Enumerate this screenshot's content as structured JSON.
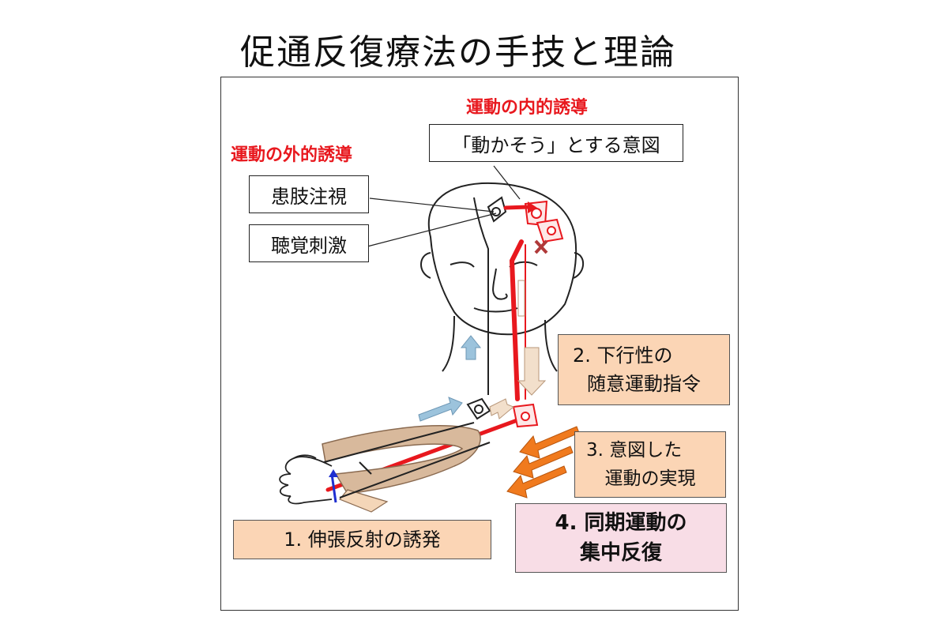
{
  "title": "促通反復療法の手技と理論",
  "labels": {
    "internal_induction": "運動の内的誘導",
    "external_induction": "運動の外的誘導"
  },
  "boxes": {
    "intention": "「動かそう」とする意図",
    "limb_gaze": "患肢注視",
    "auditory_stimulus": "聴覚刺激"
  },
  "steps": {
    "step1": "1. 伸張反射の誘発",
    "step2_line1": "2. 下行性の",
    "step2_line2": "随意運動指令",
    "step3_line1": "3. 意図した",
    "step3_line2": "運動の実現",
    "step4_line1": "4. 同期運動の",
    "step4_line2": "集中反復"
  },
  "colors": {
    "pathway_red": "#e8181e",
    "label_red": "#e8181e",
    "light_blue_arrow": "#9cc3dc",
    "tan_arrow": "#d8b99c",
    "orange_arrow": "#f07a1e",
    "step_orange_bg": "#fbd5b5",
    "step_pink_bg": "#f8dde6",
    "wrist_blue": "#1f2fd0"
  },
  "icons": [
    "head-outline",
    "brain-neuron",
    "spinal-neuron",
    "forearm-sleeve",
    "hand-outline",
    "motor-pathway-arrow"
  ]
}
